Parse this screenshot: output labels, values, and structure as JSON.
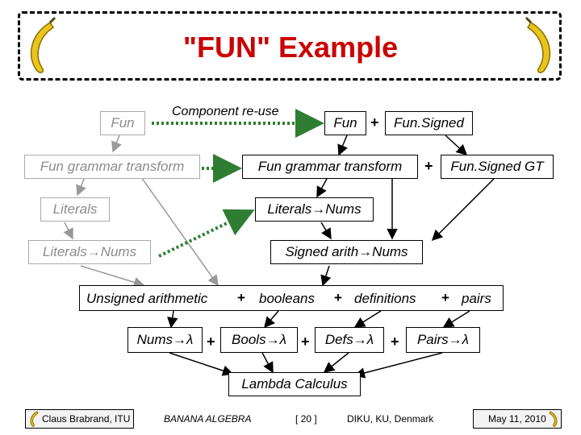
{
  "title": "\"FUN\" Example",
  "note": "Component re-use",
  "left": {
    "fun": "Fun",
    "grammar": "Fun grammar transform",
    "literals": "Literals",
    "literals_nums": "Literals→Nums"
  },
  "right": {
    "fun": "Fun",
    "fun_signed": "Fun.Signed",
    "grammar": "Fun grammar transform",
    "signed_gt": "Fun.Signed GT",
    "literals_nums": "Literals→Nums",
    "signed_arith": "Signed arith→Nums"
  },
  "middle": {
    "unsigned": "Unsigned arithmetic",
    "booleans": "booleans",
    "definitions": "definitions",
    "pairs": "pairs"
  },
  "lower": {
    "nums": "Nums→λ",
    "bools": "Bools→λ",
    "defs": "Defs→λ",
    "pairs": "Pairs→λ",
    "lambda": "Lambda Calculus"
  },
  "plus": "+",
  "footer": {
    "author": "Claus Brabrand, ITU",
    "topic": "BANANA ALGEBRA",
    "page": "[ 20 ]",
    "affiliation": "DIKU, KU, Denmark",
    "date": "May 11, 2010"
  },
  "colors": {
    "title": "#cc0000",
    "reuse_arrow": "#2e7d32",
    "banana": "#e9c51c"
  }
}
